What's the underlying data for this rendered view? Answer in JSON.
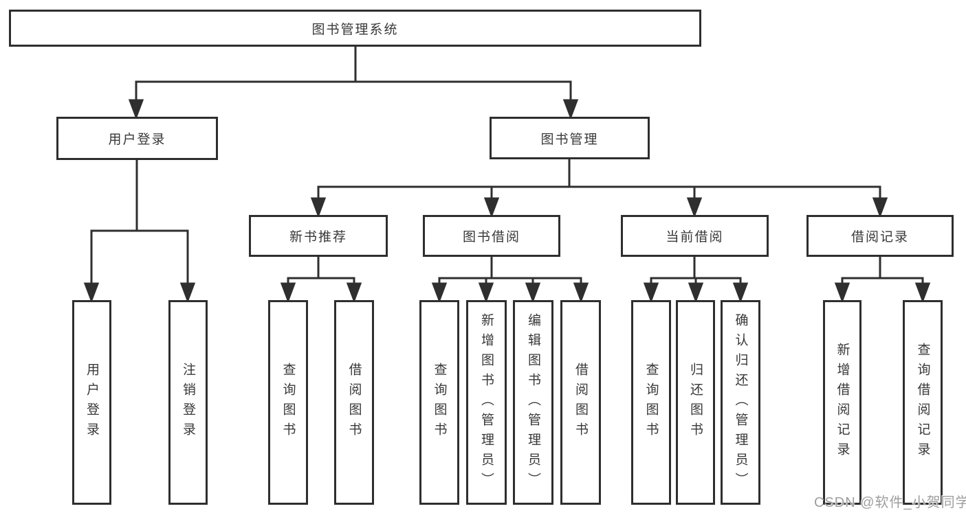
{
  "tree": {
    "label": "图书管理系统",
    "children": [
      {
        "label": "用户登录",
        "children": [
          {
            "label": "用户登录"
          },
          {
            "label": "注销登录"
          }
        ]
      },
      {
        "label": "图书管理",
        "children": [
          {
            "label": "新书推荐",
            "children": [
              {
                "label": "查询图书"
              },
              {
                "label": "借阅图书"
              }
            ]
          },
          {
            "label": "图书借阅",
            "children": [
              {
                "label": "查询图书"
              },
              {
                "label": "新增图书（管理员）"
              },
              {
                "label": "编辑图书（管理员）"
              },
              {
                "label": "借阅图书"
              }
            ]
          },
          {
            "label": "当前借阅",
            "children": [
              {
                "label": "查询图书"
              },
              {
                "label": "归还图书"
              },
              {
                "label": "确认归还（管理员）"
              }
            ]
          },
          {
            "label": "借阅记录",
            "children": [
              {
                "label": "新增借阅记录"
              },
              {
                "label": "查询借阅记录"
              }
            ]
          }
        ]
      }
    ]
  },
  "watermark": {
    "text": "CSDN @软件_小贺同学"
  },
  "colors": {
    "line": "#2f2f2f",
    "box_border": "#2e2e2e",
    "text": "#383838",
    "background": "#ffffff",
    "watermark": "#9e9e9e"
  }
}
